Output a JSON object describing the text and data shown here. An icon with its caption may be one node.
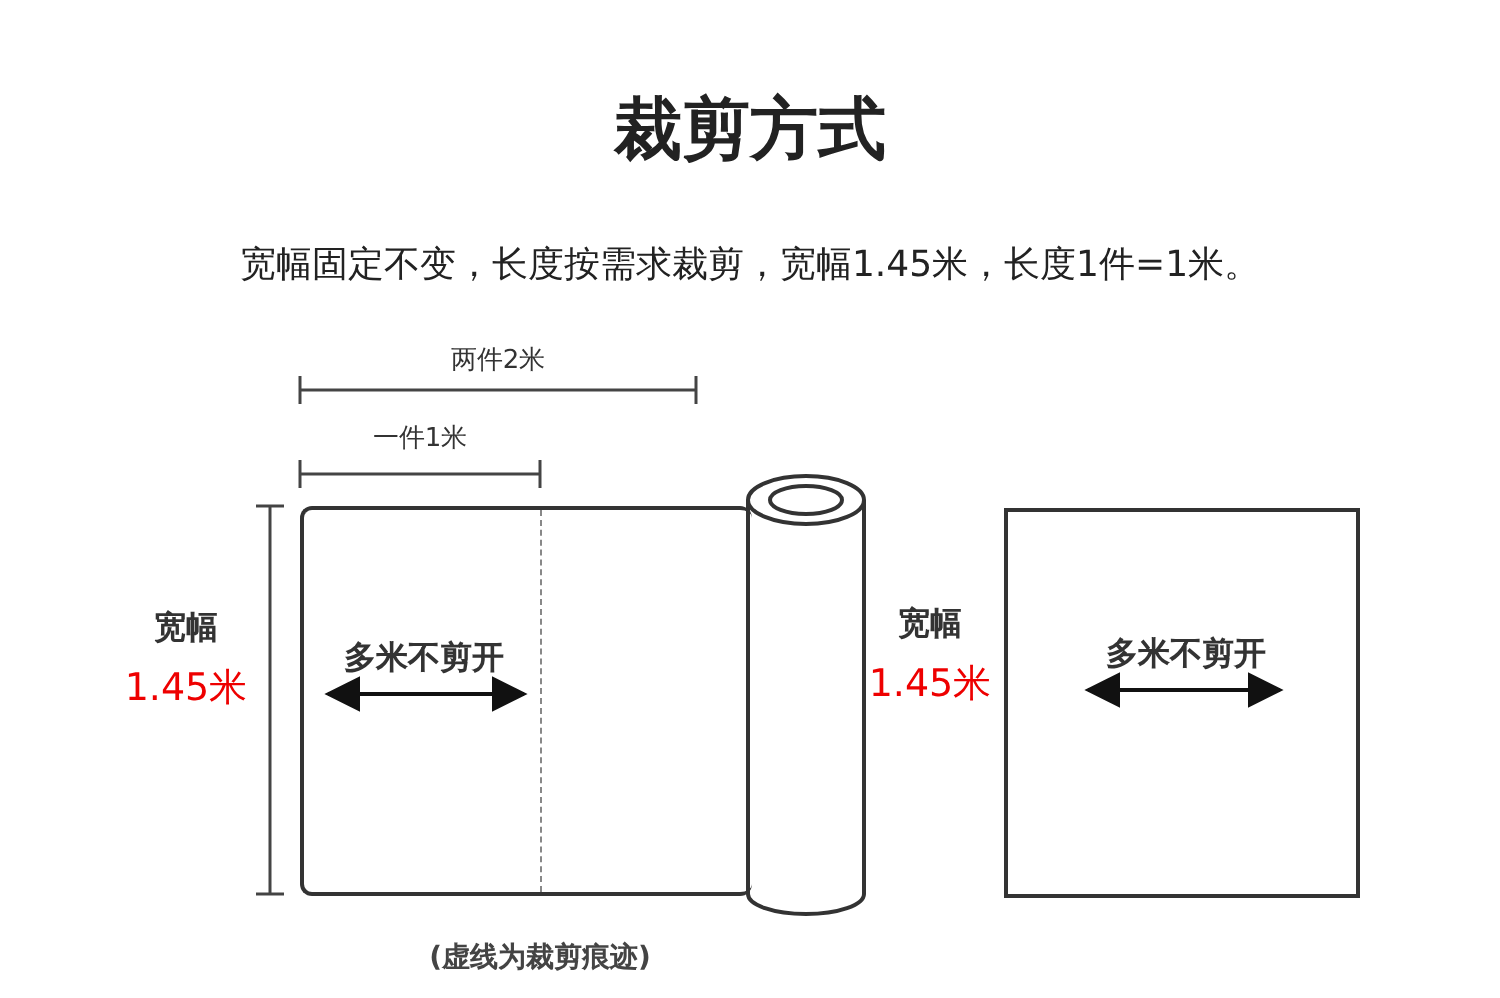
{
  "diagram": {
    "title": "裁剪方式",
    "caption": "(虚线为裁剪痕迹)",
    "nodes": [
      {
        "text": [
          "多米不剪开"
        ],
        "beside": [
          "宽幅",
          "1.45米"
        ]
      },
      {
        "text": [
          "多米不剪开"
        ],
        "beside": [
          "宽幅",
          "1.45米"
        ]
      }
    ],
    "labels": [
      "宽幅固定不变，长度按需求裁剪，宽幅1.45米，长度1件=1米。",
      "两件2米",
      "一件1米"
    ]
  }
}
